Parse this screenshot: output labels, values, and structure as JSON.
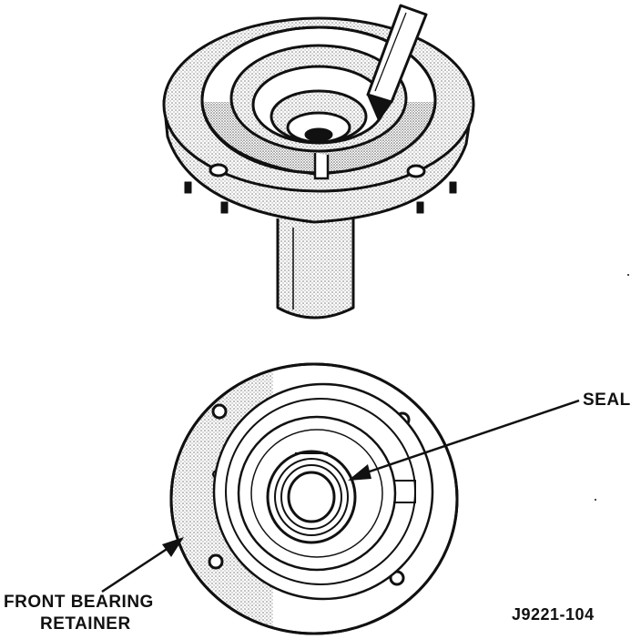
{
  "labels": {
    "seal": "SEAL",
    "front_bearing_retainer_line1": "FRONT BEARING",
    "front_bearing_retainer_line2": "RETAINER",
    "figure_id": "J9221-104"
  },
  "colors": {
    "ink": "#111111",
    "stipple": "#6f6f6f",
    "paper": "#ffffff"
  }
}
